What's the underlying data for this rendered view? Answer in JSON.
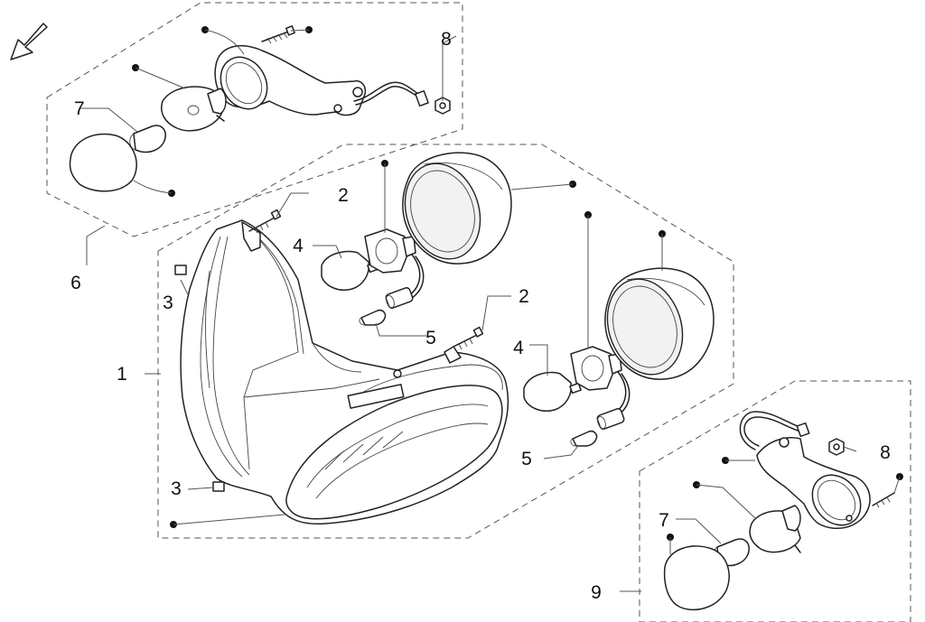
{
  "callouts": {
    "c1": "1",
    "c2a": "2",
    "c2b": "2",
    "c3a": "3",
    "c3b": "3",
    "c4a": "4",
    "c4b": "4",
    "c5a": "5",
    "c5b": "5",
    "c6": "6",
    "c7a": "7",
    "c7b": "7",
    "c8a": "8",
    "c8b": "8",
    "c9": "9"
  }
}
